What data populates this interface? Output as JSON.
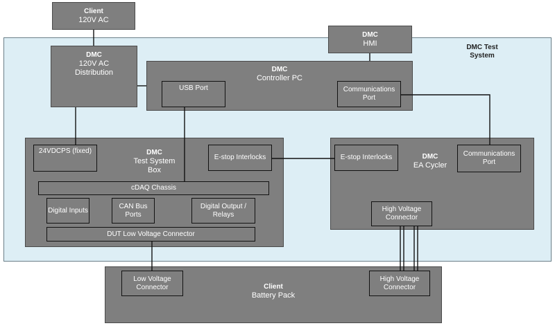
{
  "client_ac": {
    "org": "Client",
    "name": "120V AC"
  },
  "hmi": {
    "org": "DMC",
    "name": "HMI"
  },
  "test_system": {
    "line1": "DMC Test",
    "line2": "System"
  },
  "ac_dist": {
    "org": "DMC",
    "line1": "120V AC",
    "line2": "Distribution"
  },
  "controller_pc": {
    "org": "DMC",
    "name": "Controller PC",
    "usb_port": "USB Port",
    "comm_port": "Communications Port"
  },
  "test_box": {
    "org": "DMC",
    "line1": "Test System",
    "line2": "Box",
    "psu": "24VDCPS (fixed)",
    "estop": "E-stop Interlocks",
    "cdaq": "cDAQ Chassis",
    "digital_inputs": "Digital Inputs",
    "can_bus": "CAN Bus Ports",
    "digital_output": "Digital Output / Relays",
    "dut_lv": "DUT Low Voltage Connector"
  },
  "ea_cycler": {
    "org": "DMC",
    "name": "EA Cycler",
    "estop": "E-stop Interlocks",
    "comm_port": "Communications Port",
    "hv_connector": "High Voltage Connector"
  },
  "battery": {
    "org": "Client",
    "name": "Battery Pack",
    "lv_connector": "Low Voltage Connector",
    "hv_connector": "High Voltage Connector"
  }
}
